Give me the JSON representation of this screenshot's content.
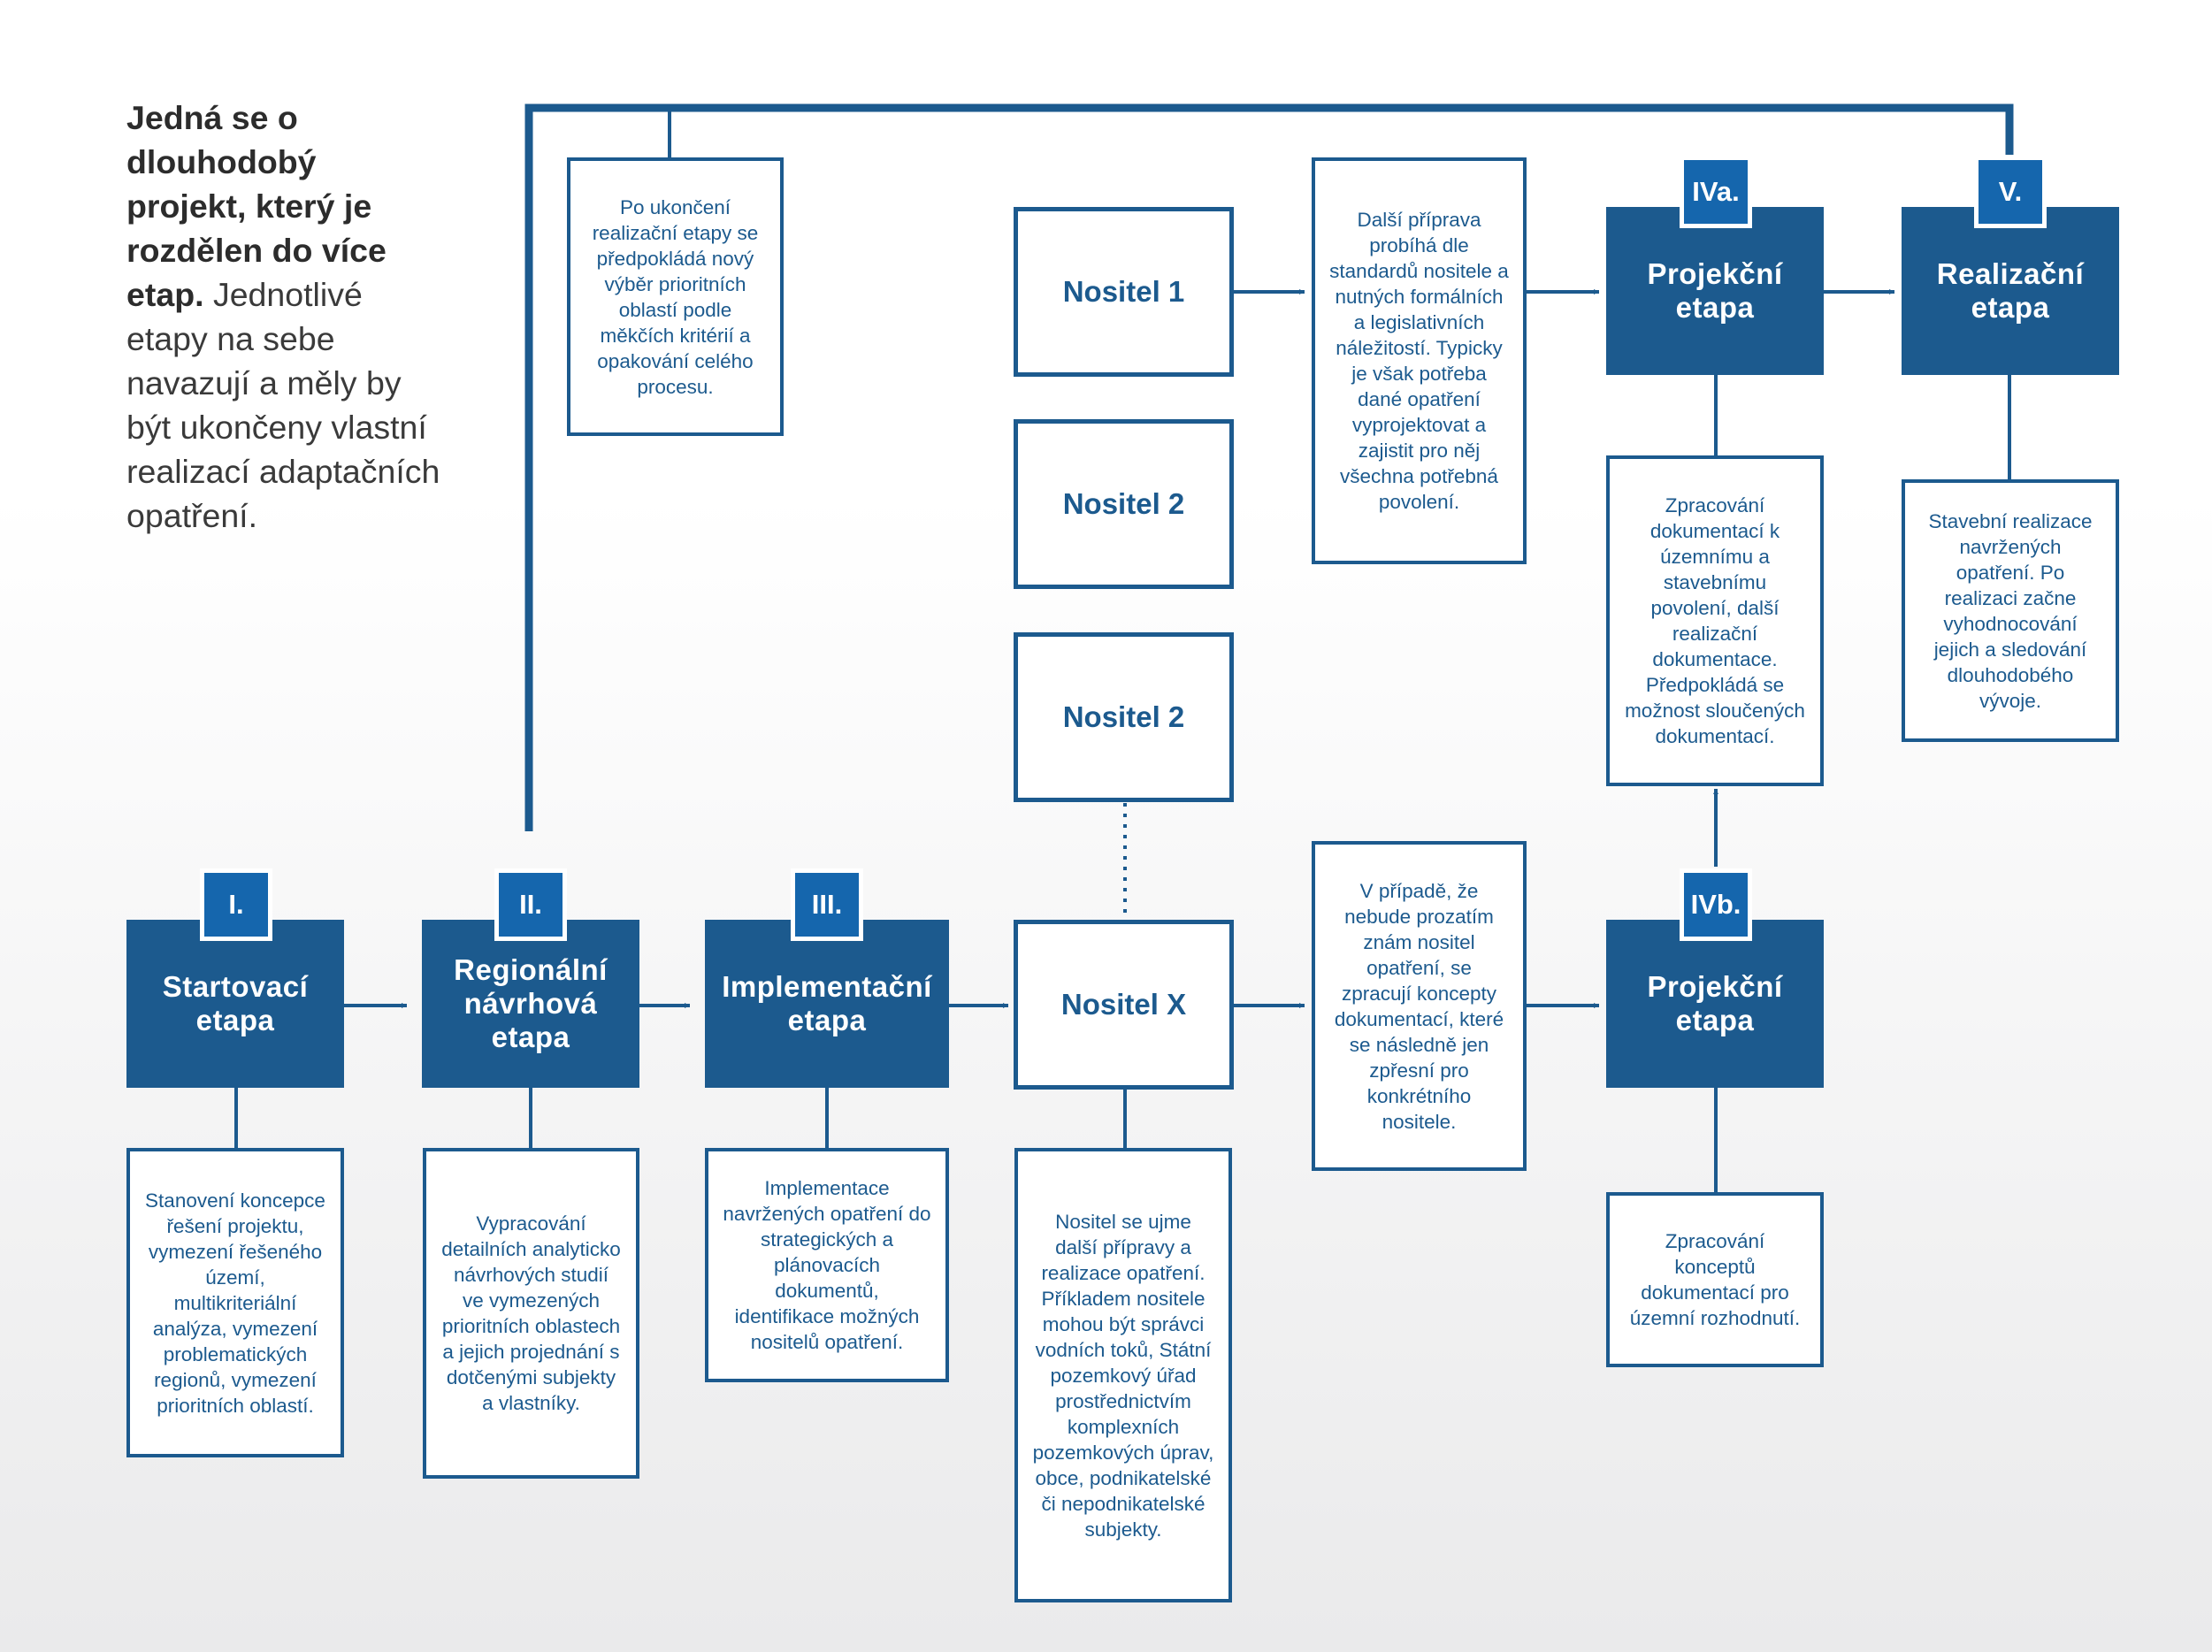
{
  "intro": {
    "bold": "Jedná se o dlouhodobý projekt, který je rozdělen do více etap.",
    "rest": "Jednotlivé etapy na sebe navazují a měly by být ukončeny vlastní realizací adaptačních opatření."
  },
  "stages": {
    "s1": {
      "badge": "I.",
      "title": "Startovací etapa",
      "desc": "Stanovení koncepce řešení projektu, vymezení řešeného území, multikriteriální analýza, vymezení problematických regionů, vymezení prioritních oblastí."
    },
    "s2": {
      "badge": "II.",
      "title": "Regionální návrhová etapa",
      "desc": "Vypracování detailních analyticko návrhových studií ve vymezených prioritních oblastech a jejich projednání s dotčenými subjekty a vlastníky."
    },
    "s3": {
      "badge": "III.",
      "title": "Implementační etapa",
      "desc": "Implementace navržených opatření do strategických a plánovacích dokumentů, identifikace možných nositelů opatření."
    },
    "s4a": {
      "badge": "IVa.",
      "title": "Projekční etapa",
      "desc": "Zpracování dokumentací k územnímu a stavebnímu povolení, další realizační dokumentace. Předpokládá se možnost sloučených dokumentací."
    },
    "s4b": {
      "badge": "IVb.",
      "title": "Projekční etapa",
      "desc": "Zpracování konceptů dokumentací pro územní rozhodnutí."
    },
    "s5": {
      "badge": "V.",
      "title": "Realizační etapa",
      "desc": "Stavební realizace navržených opatření. Po realizaci začne vyhodnocování jejich a sledování dlouhodobého vývoje."
    }
  },
  "carriers": {
    "n1": "Nositel 1",
    "n2a": "Nositel 2",
    "n2b": "Nositel 2",
    "nx": "Nositel X",
    "nx_desc": "Nositel se ujme další přípravy a realizace opatření. Příkladem nositele mohou být správci vodních toků, Státní pozemkový úřad prostřednictvím komplexních pozemkových úprav, obce, podnikatelské či nepodnikatelské subjekty."
  },
  "notes": {
    "loop": "Po ukončení realizační etapy se předpokládá nový výběr prioritních oblastí podle měkčích kritérií a opakování celého procesu.",
    "known": "Další příprava probíhá dle standardů nositele a nutných formálních a legislativních náležitostí. Typicky je však potřeba dané opatření vyprojektovat a zajistit pro něj všechna potřebná povolení.",
    "unknown": "V případě, že nebude prozatím znám nositel opatření, se zpracují koncepty dokumentací, které se následně jen zpřesní pro konkrétního nositele."
  },
  "colors": {
    "primary": "#1c5a8e",
    "badge": "#1566ad"
  }
}
